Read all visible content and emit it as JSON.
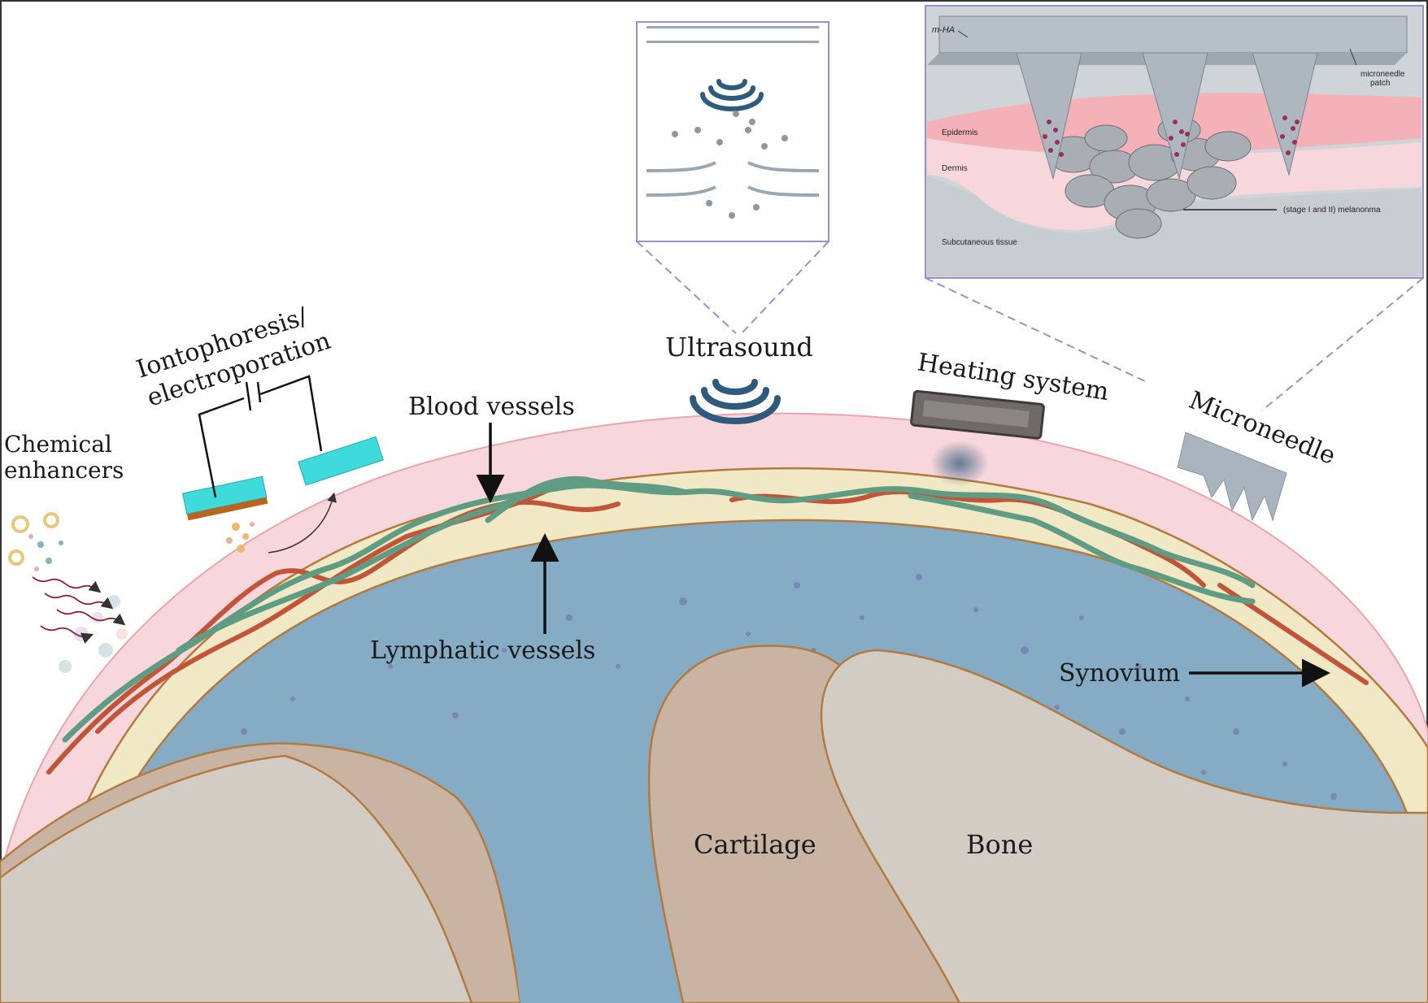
{
  "labels": {
    "chemical": [
      "Chemical",
      "enhancers"
    ],
    "ionto": [
      "Iontophoresis/",
      "electroporation"
    ],
    "blood": "Blood vessels",
    "lymph": "Lymphatic vessels",
    "ultrasound": "Ultrasound",
    "heating": "Heating system",
    "microneedle": "Microneedle",
    "synovium": "Synovium",
    "cartilage": "Cartilage",
    "bone": "Bone"
  },
  "inset": {
    "mha": "m-HA",
    "patch": [
      "microneedle",
      "patch"
    ],
    "epidermis": "Epidermis",
    "dermis": "Dermis",
    "subcutaneous": "Subcutaneous tissue",
    "melanoma": "(stage I and II) melanonma"
  },
  "colors": {
    "skin": "#f8d7dc",
    "synovium": "#f1e8c6",
    "fluid": "#86abc5",
    "bone": "#d3ccc5",
    "cartilage": "#c9b3a3",
    "outline": "#b27a3e",
    "blood": "#c0553a",
    "lymph": "#5f9c83",
    "device": "#3fdadc",
    "wave": "#2f5a7e"
  }
}
